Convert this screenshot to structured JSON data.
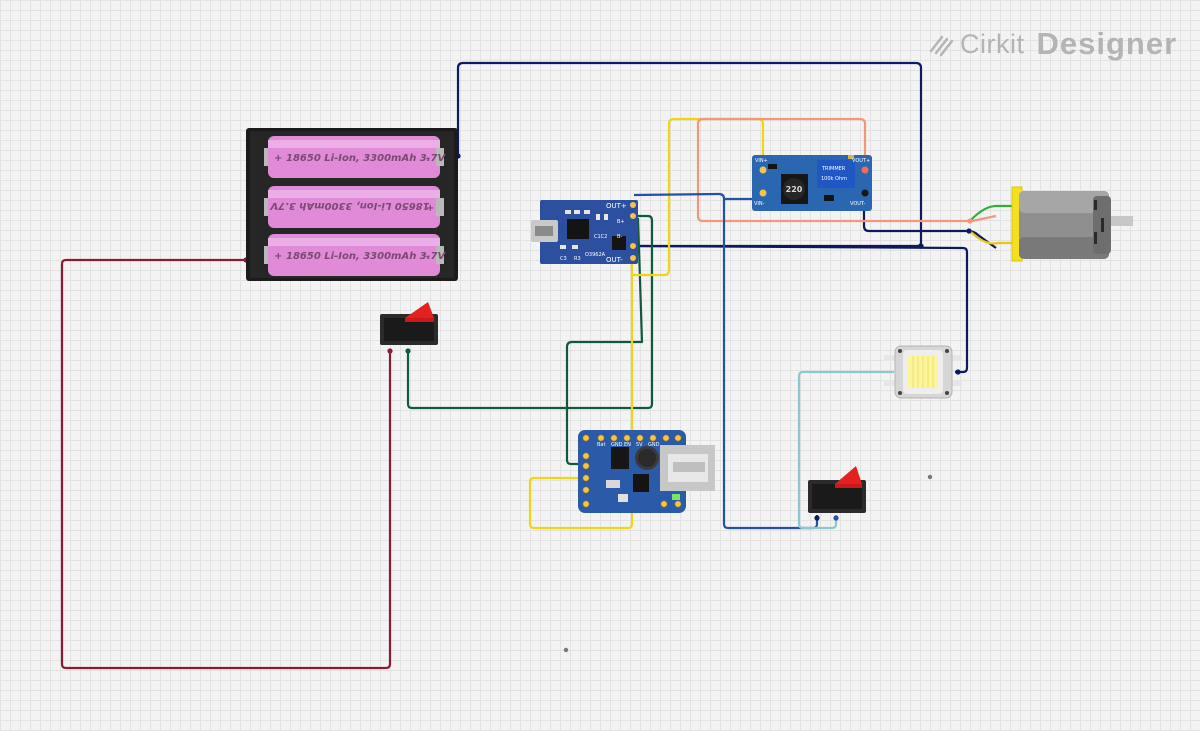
{
  "logo": {
    "word1": "Cirkit",
    "word2": "Designer"
  },
  "battery": {
    "cells": [
      {
        "label": "18650 Li-Ion, 3300mAh 3.7V",
        "flipped": false
      },
      {
        "label": "18650 Li-Ion, 3300mAh 3.7V",
        "flipped": true
      },
      {
        "label": "18650 Li-Ion, 3300mAh 3.7V",
        "flipped": false
      }
    ],
    "plus": "+",
    "minus": "-"
  },
  "charger": {
    "out_plus": "OUT+",
    "out_minus": "OUT-",
    "b_plus": "B+",
    "b_minus": "B-",
    "chip": "O3962A",
    "r1": "C1C2",
    "r2": "C3",
    "r3": "R3"
  },
  "booster": {
    "inductor": "220",
    "vin_plus": "VIN+",
    "vin_minus": "VIN-",
    "vout_plus": "VOUT+",
    "vout_minus": "VOUT-",
    "pot": "100k Ohm"
  },
  "powerboost": {
    "labels": [
      "Bat",
      "GND",
      "EN",
      "5V",
      "GND"
    ]
  },
  "colors": {
    "red": "#8b1a35",
    "navy": "#0c1a5e",
    "green": "#0f5a3a",
    "yellow": "#f2d417",
    "salmon": "#f4967a",
    "blue": "#2352a5",
    "cyan": "#8cc8cc",
    "motor_green": "#2fae3a",
    "motor_yellow": "#e6c619"
  },
  "icons": [
    "cirkit-logo-icon",
    "battery-holder-icon",
    "rocker-switch-icon",
    "led-chip-icon",
    "dc-motor-icon",
    "usb-port-icon"
  ]
}
